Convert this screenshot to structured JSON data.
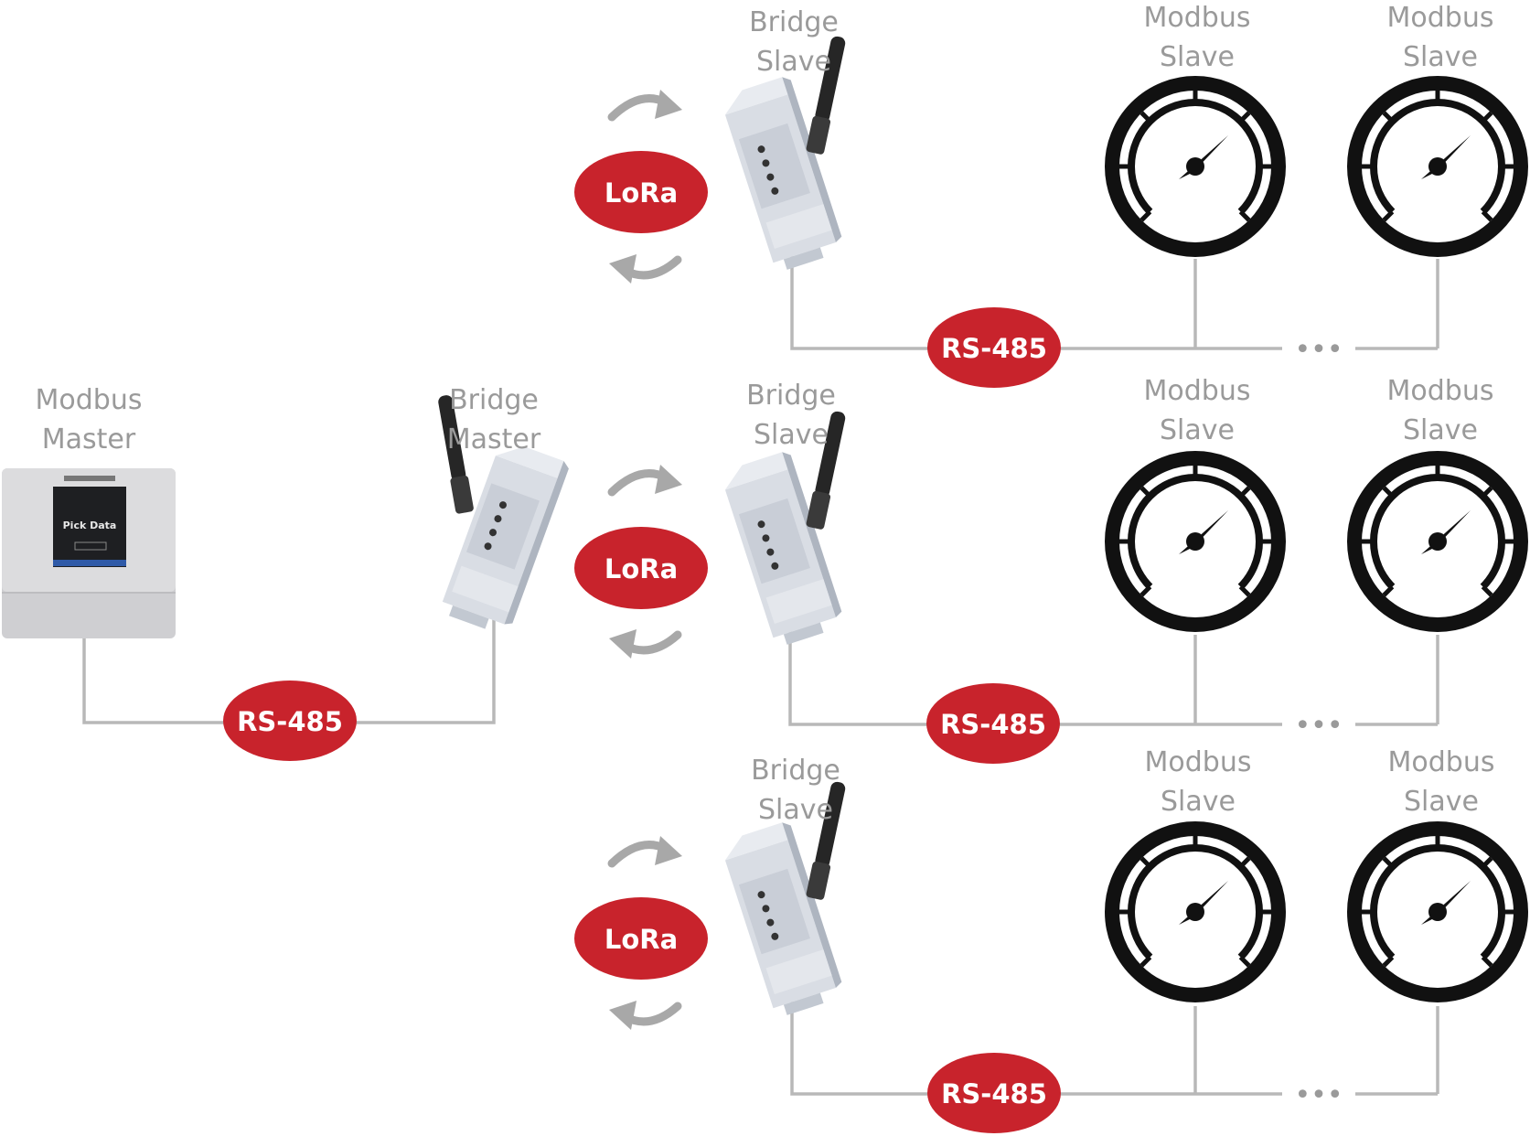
{
  "colors": {
    "accent_red": "#c8232c",
    "label_gray": "#9a9a9a",
    "wire_gray": "#b8b8b8"
  },
  "labels": {
    "modbus_master": [
      "Modbus",
      "Master"
    ],
    "bridge_master": [
      "Bridge",
      "Master"
    ],
    "bridge_slave": [
      "Bridge",
      "Slave"
    ],
    "modbus_slave": [
      "Modbus",
      "Slave"
    ],
    "lora": "LoRa",
    "rs485": "RS-485",
    "ellipsis": "•••"
  },
  "device_text": {
    "brand": "Pick Data"
  },
  "icons": {
    "master_device": "gateway-device-icon",
    "bridge": "din-rail-radio-module-icon",
    "slave": "pressure-gauge-icon",
    "lora_arrows": "circular-exchange-arrows-icon"
  }
}
